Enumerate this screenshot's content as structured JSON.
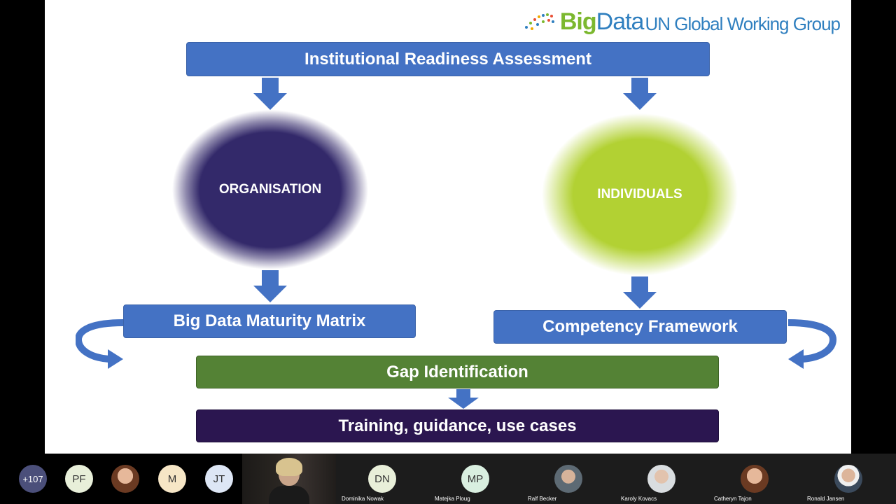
{
  "slide": {
    "logo": {
      "big": "Big",
      "data": "Data",
      "rest": "UN Global Working Group"
    },
    "top_box": "Institutional Readiness Assessment",
    "left_circle": "ORGANISATION",
    "right_circle": "INDIVIDUALS",
    "left_box": "Big Data Maturity Matrix",
    "right_box": "Competency Framework",
    "gap_box": "Gap Identification",
    "bottom_box": "Training, guidance, use cases",
    "colors": {
      "blue": "#4472c4",
      "green": "#548235",
      "purple": "#2b1650",
      "org": "#3a2f6b",
      "ind": "#b5d334"
    }
  },
  "participants": {
    "more_count": "+107",
    "items": [
      {
        "initials": "PF",
        "bg": "#e8efd9"
      },
      {
        "initials": "",
        "bg": "#c9865a",
        "type": "photo"
      },
      {
        "initials": "M",
        "bg": "#f6e6c6"
      },
      {
        "initials": "JT",
        "bg": "#dde6f5"
      },
      {
        "initials": "",
        "type": "video"
      },
      {
        "initials": "DN",
        "name": "Dominika Nowak",
        "bg": "#e8efd9"
      },
      {
        "initials": "MP",
        "name": "Matejka Ploug",
        "bg": "#d9efe0"
      },
      {
        "initials": "",
        "name": "Ralf Becker",
        "bg": "#7f8a92",
        "type": "photo"
      },
      {
        "initials": "",
        "name": "Karoly Kovacs",
        "bg": "#b4b9bd",
        "type": "photo"
      },
      {
        "initials": "",
        "name": "Catheryn Tajon",
        "bg": "#c9865a",
        "type": "photo"
      },
      {
        "initials": "",
        "name": "Ronald Jansen",
        "bg": "#8a96a0",
        "type": "photo"
      }
    ]
  }
}
